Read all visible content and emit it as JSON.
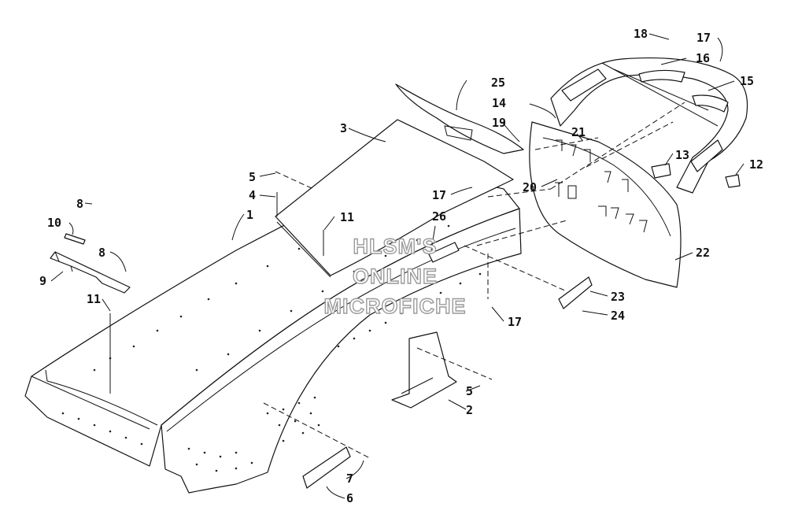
{
  "watermark": {
    "lines": [
      "HLSM'S",
      "ONLINE",
      "MICROFICHE"
    ]
  },
  "callouts": [
    {
      "id": "c18a",
      "label": "18"
    },
    {
      "id": "c17a",
      "label": "17"
    },
    {
      "id": "c16",
      "label": "16"
    },
    {
      "id": "c15",
      "label": "15"
    },
    {
      "id": "c25",
      "label": "25"
    },
    {
      "id": "c14",
      "label": "14"
    },
    {
      "id": "c19",
      "label": "19"
    },
    {
      "id": "c21",
      "label": "21"
    },
    {
      "id": "c3",
      "label": "3"
    },
    {
      "id": "c13",
      "label": "13"
    },
    {
      "id": "c12",
      "label": "12"
    },
    {
      "id": "c5a",
      "label": "5"
    },
    {
      "id": "c4",
      "label": "4"
    },
    {
      "id": "c17b",
      "label": "17"
    },
    {
      "id": "c20",
      "label": "20"
    },
    {
      "id": "c8a",
      "label": "8"
    },
    {
      "id": "c1",
      "label": "1"
    },
    {
      "id": "c11a",
      "label": "11"
    },
    {
      "id": "c26",
      "label": "26"
    },
    {
      "id": "c10",
      "label": "10"
    },
    {
      "id": "c8b",
      "label": "8"
    },
    {
      "id": "c22",
      "label": "22"
    },
    {
      "id": "c9",
      "label": "9"
    },
    {
      "id": "c11b",
      "label": "11"
    },
    {
      "id": "c23",
      "label": "23"
    },
    {
      "id": "c24",
      "label": "24"
    },
    {
      "id": "c17c",
      "label": "17"
    },
    {
      "id": "c5b",
      "label": "5"
    },
    {
      "id": "c2",
      "label": "2"
    },
    {
      "id": "c7",
      "label": "7"
    },
    {
      "id": "c6",
      "label": "6"
    }
  ]
}
